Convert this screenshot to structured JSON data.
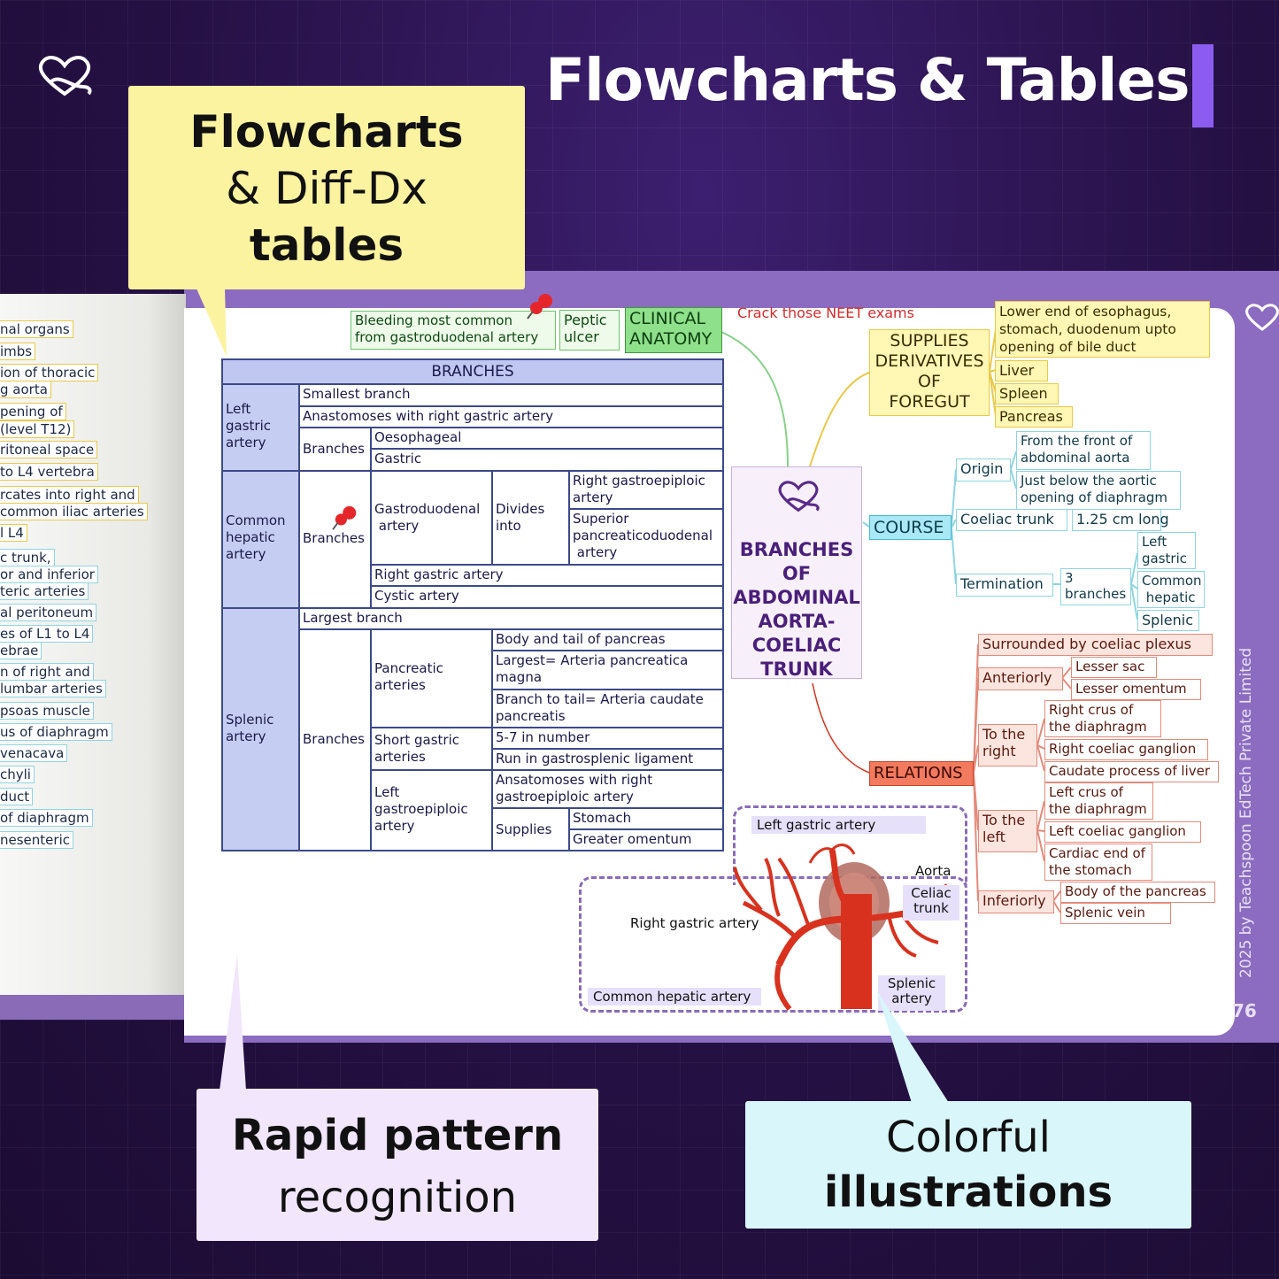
{
  "header": {
    "title": "Flowcharts & Tables"
  },
  "callouts": {
    "flowcharts": {
      "line1": "Flowcharts",
      "line2": "& Diff-Dx",
      "line3": "tables"
    },
    "rapid": {
      "line1": "Rapid pattern",
      "line2": "recognition"
    },
    "colorful": {
      "line1": "Colorful",
      "line2": "illustrations"
    }
  },
  "left_page": {
    "items": [
      "nal organs",
      "imbs",
      "ion of thoracic",
      "g aorta",
      "pening of",
      "(level T12)",
      "ritoneal space",
      "to L4 vertebra",
      "rcates into right and",
      "common iliac arteries",
      "l L4",
      "c trunk,",
      "or and inferior",
      "teric arteries",
      "al peritoneum",
      "es of L1 to L4",
      "ebrae",
      "n of right and",
      "lumbar arteries",
      "psoas muscle",
      "us of diaphragm",
      "venacava",
      "chyli",
      "duct",
      "of diaphragm",
      "nesenteric"
    ]
  },
  "page": {
    "copyright": "2025 by Teachspoon EdTech Private Limited",
    "page_number": "76",
    "crack": "Crack those NEET exams",
    "center": [
      "BRANCHES",
      "OF",
      "ABDOMINAL",
      "AORTA-",
      "COELIAC",
      "TRUNK"
    ],
    "clinical": {
      "bleed1": "Bleeding most common",
      "bleed2": "from gastroduodenal artery",
      "peptic1": "Peptic",
      "peptic2": "ulcer",
      "ca1": "CLINICAL",
      "ca2": "ANATOMY"
    },
    "supplies": {
      "label": [
        "SUPPLIES",
        "DERIVATIVES",
        "OF",
        "FOREGUT"
      ],
      "lower": [
        "Lower end of esophagus,",
        "stomach, duodenum upto",
        "opening of bile duct"
      ],
      "liver": "Liver",
      "spleen": "Spleen",
      "pancreas": "Pancreas"
    },
    "course": {
      "label": "COURSE",
      "origin": "Origin",
      "o1a": "From the front of",
      "o1b": "abdominal aorta",
      "o2a": "Just below the aortic",
      "o2b": "opening of diaphragm",
      "coeliac": "Coeliac trunk",
      "len": "1.25 cm long",
      "term": "Termination",
      "three": "3",
      "branches": "branches",
      "lg1": "Left",
      "lg2": "gastric",
      "ch1": "Common",
      "ch2": "hepatic",
      "spl": "Splenic"
    },
    "relations": {
      "label": "RELATIONS",
      "surr": "Surrounded by coeliac plexus",
      "ant": "Anteriorly",
      "ls": "Lesser sac",
      "lo": "Lesser omentum",
      "tr1": "To the",
      "tr2": "right",
      "rc1": "Right crus of",
      "rc2": "the diaphragm",
      "rcg": "Right coeliac ganglion",
      "caud": "Caudate process of liver",
      "tl1": "To the",
      "tl2": "left",
      "lc1": "Left crus of",
      "lc2": "the diaphragm",
      "lcg": "Left coeliac ganglion",
      "ce1": "Cardiac end of",
      "ce2": "the stomach",
      "inf": "Inferiorly",
      "bp": "Body of the pancreas",
      "sv": "Splenic vein"
    },
    "table": {
      "header": "BRANCHES",
      "lga": [
        "Left",
        "gastric",
        "artery"
      ],
      "smallest": "Smallest branch",
      "anast": "Anastomoses with right gastric artery",
      "branches": "Branches",
      "oeso": "Oesophageal",
      "gastric": "Gastric",
      "cha": [
        "Common",
        "hepatic",
        "artery"
      ],
      "gda": [
        "Gastroduodenal",
        "artery"
      ],
      "divides": [
        "Divides",
        "into"
      ],
      "rge": [
        "Right gastroepiploic",
        "artery"
      ],
      "spd": [
        "Superior",
        "pancreaticoduodenal",
        "artery"
      ],
      "rga": "Right gastric artery",
      "cystic": "Cystic artery",
      "sa": [
        "Splenic",
        "artery"
      ],
      "largest": "Largest branch",
      "panc": [
        "Pancreatic",
        "arteries"
      ],
      "body": "Body and tail of pancreas",
      "apm": [
        "Largest= Arteria pancreatica",
        "magna"
      ],
      "acp": [
        "Branch to tail= Arteria caudate",
        "pancreatis"
      ],
      "sga": [
        "Short gastric",
        "arteries"
      ],
      "num": "5-7 in number",
      "run": "Run in gastrosplenic ligament",
      "lgea": [
        "Left",
        "gastroepiploic",
        "artery"
      ],
      "ansa": [
        "Ansatomoses with right",
        "gastroepiploic artery"
      ],
      "supplies": "Supplies",
      "stomach": "Stomach",
      "omentum": "Greater omentum"
    },
    "diagram": {
      "lga": "Left gastric artery",
      "aorta": "Aorta",
      "celiac1": "Celiac",
      "celiac2": "trunk",
      "rga": "Right gastric artery",
      "cha": "Common hepatic artery",
      "sa1": "Splenic",
      "sa2": "artery"
    }
  },
  "colors": {
    "accent": "#8c5cf0",
    "callout_yellow": "#fcf3a0",
    "callout_lavender": "#f1e6fb",
    "callout_cyan": "#d9f6fb",
    "artery": "#d8321f"
  }
}
